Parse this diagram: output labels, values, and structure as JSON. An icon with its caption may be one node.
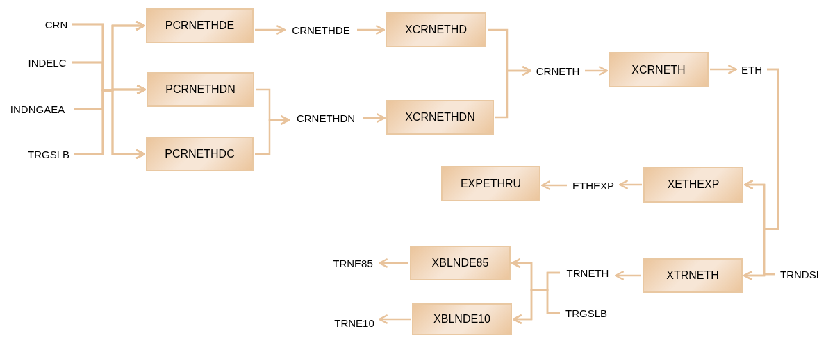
{
  "diagram": {
    "nodes": [
      {
        "text": [
          "CRN"
        ]
      },
      {
        "text": [
          "INDELC"
        ]
      },
      {
        "text": [
          "INDNGAEA"
        ]
      },
      {
        "text": [
          "TRGSLB"
        ]
      },
      {
        "text": [
          "PCRNETHDE"
        ]
      },
      {
        "text": [
          "PCRNETHDN"
        ]
      },
      {
        "text": [
          "PCRNETHDC"
        ]
      },
      {
        "text": [
          "CRNETHDE"
        ]
      },
      {
        "text": [
          "CRNETHDN"
        ]
      },
      {
        "text": [
          "XCRNETHD"
        ]
      },
      {
        "text": [
          "XCRNETHDN"
        ]
      },
      {
        "text": [
          "CRNETH"
        ]
      },
      {
        "text": [
          "XCRNETH"
        ]
      },
      {
        "text": [
          "ETH"
        ]
      },
      {
        "text": [
          "EXPETHRU"
        ]
      },
      {
        "text": [
          "ETHEXP"
        ]
      },
      {
        "text": [
          "XETHEXP"
        ]
      },
      {
        "text": [
          "XBLNDE85"
        ]
      },
      {
        "text": [
          "TRNE85"
        ]
      },
      {
        "text": [
          "TRNETH"
        ]
      },
      {
        "text": [
          "XTRNETH"
        ]
      },
      {
        "text": [
          "TRNDSL"
        ]
      },
      {
        "text": [
          "TRGSLB"
        ]
      },
      {
        "text": [
          "XBLNDE10"
        ]
      },
      {
        "text": [
          "TRNE10"
        ]
      }
    ],
    "edges": [
      {
        "from": 0,
        "to": 4,
        "arrow": "to"
      },
      {
        "from": 0,
        "to": 5,
        "arrow": "to"
      },
      {
        "from": 0,
        "to": 6,
        "arrow": "to"
      },
      {
        "from": 1,
        "to": 4,
        "arrow": "to"
      },
      {
        "from": 1,
        "to": 5,
        "arrow": "to"
      },
      {
        "from": 1,
        "to": 6,
        "arrow": "to"
      },
      {
        "from": 2,
        "to": 4,
        "arrow": "to"
      },
      {
        "from": 2,
        "to": 5,
        "arrow": "to"
      },
      {
        "from": 2,
        "to": 6,
        "arrow": "to"
      },
      {
        "from": 3,
        "to": 4,
        "arrow": "to"
      },
      {
        "from": 3,
        "to": 5,
        "arrow": "to"
      },
      {
        "from": 3,
        "to": 6,
        "arrow": "to"
      },
      {
        "from": 4,
        "to": 7,
        "arrow": "to"
      },
      {
        "from": 7,
        "to": 9,
        "arrow": "to"
      },
      {
        "from": 5,
        "to": 8,
        "arrow": "to"
      },
      {
        "from": 6,
        "to": 8,
        "arrow": "to"
      },
      {
        "from": 8,
        "to": 10,
        "arrow": "to"
      },
      {
        "from": 9,
        "to": 11,
        "arrow": "to"
      },
      {
        "from": 10,
        "to": 11,
        "arrow": "to"
      },
      {
        "from": 11,
        "to": 12,
        "arrow": "to"
      },
      {
        "from": 12,
        "to": 13,
        "arrow": "to"
      },
      {
        "from": 13,
        "to": 16,
        "arrow": "to"
      },
      {
        "from": 13,
        "to": 20,
        "arrow": "to"
      },
      {
        "from": 21,
        "to": 20,
        "arrow": "to"
      },
      {
        "from": 21,
        "to": 16,
        "arrow": "to"
      },
      {
        "from": 16,
        "to": 15,
        "arrow": "to"
      },
      {
        "from": 15,
        "to": 14,
        "arrow": "to"
      },
      {
        "from": 20,
        "to": 19,
        "arrow": "to"
      },
      {
        "from": 19,
        "to": 17,
        "arrow": "to"
      },
      {
        "from": 19,
        "to": 23,
        "arrow": "to"
      },
      {
        "from": 22,
        "to": 17,
        "arrow": "to"
      },
      {
        "from": 22,
        "to": 23,
        "arrow": "to"
      },
      {
        "from": 17,
        "to": 18,
        "arrow": "to"
      },
      {
        "from": 23,
        "to": 24,
        "arrow": "to"
      }
    ]
  }
}
